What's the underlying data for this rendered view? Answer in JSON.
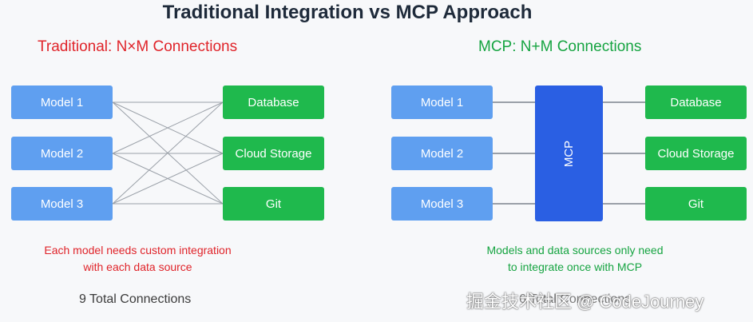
{
  "title": "Traditional Integration vs MCP Approach",
  "traditional": {
    "subtitle": "Traditional: N×M Connections",
    "subtitle_color": "#e0242a",
    "models": [
      "Model 1",
      "Model 2",
      "Model 3"
    ],
    "sources": [
      "Database",
      "Cloud Storage",
      "Git"
    ],
    "note_line1": "Each model needs custom integration",
    "note_line2": "with each data source",
    "count": "9 Total Connections"
  },
  "mcp": {
    "subtitle": "MCP: N+M Connections",
    "subtitle_color": "#16a441",
    "models": [
      "Model 1",
      "Model 2",
      "Model 3"
    ],
    "hub_label": "MCP",
    "sources": [
      "Database",
      "Cloud Storage",
      "Git"
    ],
    "note_line1": "Models and data sources only need",
    "note_line2": "to integrate once with MCP",
    "count": "6 Total Connections"
  },
  "watermark": "掘金技术社区 @ CodeJourney",
  "colors": {
    "model": "#5f9ff0",
    "source": "#1fb94d",
    "hub": "#2a5fe3",
    "connector": "#9aa0a8"
  }
}
